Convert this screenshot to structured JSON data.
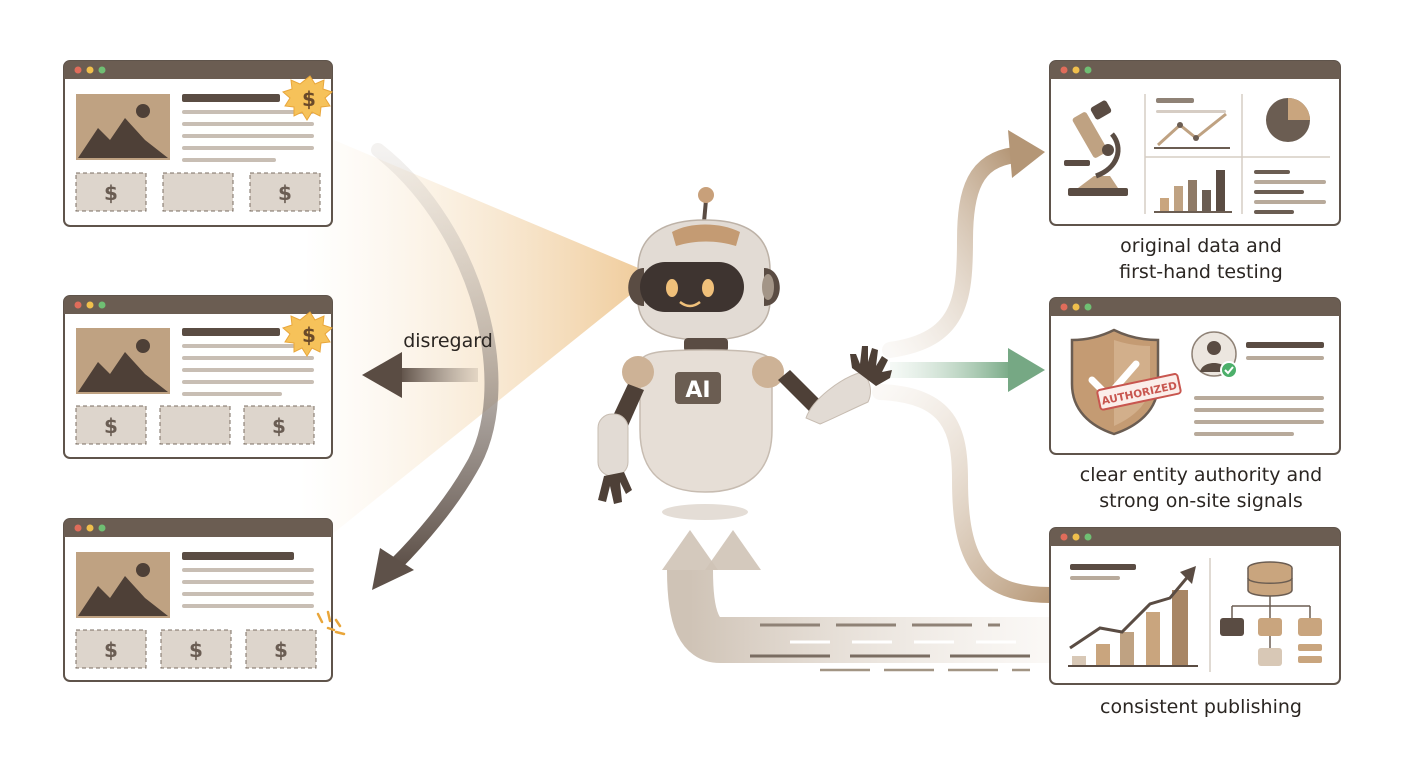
{
  "labels": {
    "disregard": "disregard",
    "original_line1": "original data and",
    "original_line2": "first-hand testing",
    "authority_line1": "clear entity authority and",
    "authority_line2": "strong on-site signals",
    "publishing": "consistent publishing"
  },
  "robot": {
    "chest_text": "AI"
  },
  "badges": {
    "authorized": "AUTHORIZED",
    "dollar": "$"
  },
  "icons": {
    "left_pages": [
      "image-icon",
      "dollar-icon",
      "sunburst-badge-icon"
    ],
    "right_pages": [
      "microscope-icon",
      "line-chart-icon",
      "pie-chart-icon",
      "bar-chart-icon",
      "shield-check-icon",
      "user-avatar-icon",
      "database-icon",
      "org-chart-icon"
    ]
  },
  "colors": {
    "window_bar": "#6b5d52",
    "window_frame": "#5f544b",
    "tan": "#bfa282",
    "dark_brown": "#4e4037",
    "green_arrow": "#7fae8c",
    "badge_orange": "#f6c25a",
    "authorized_red": "#c8564f",
    "beam": "#f1d3a5"
  }
}
